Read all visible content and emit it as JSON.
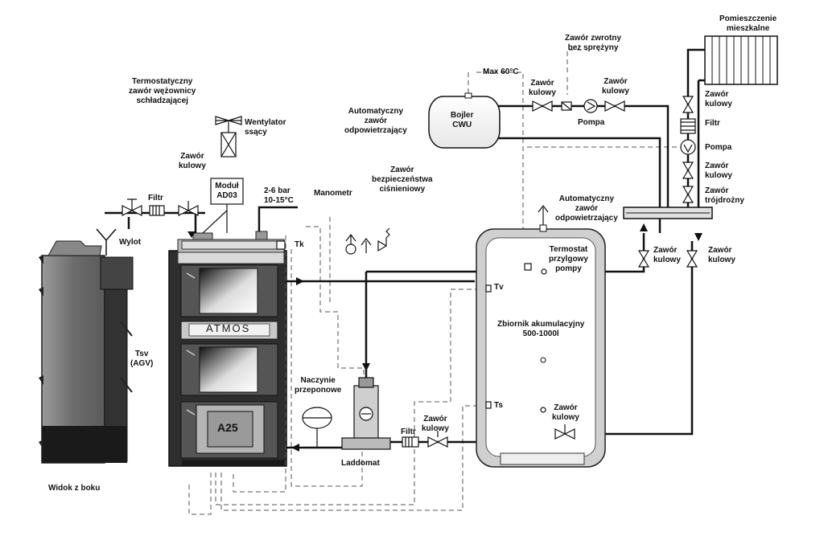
{
  "labels": {
    "termostatyczny_zawor": "Termostatyczny\nzawór wężownicy\nschładzającej",
    "wentylator": "Wentylator\nssący",
    "modul": "Moduł\nAD03",
    "cisnienie": "2-6 bar\n10-15°C",
    "tk": "Tk",
    "filtr_left": "Filtr",
    "zawor_kulowy_top": "Zawór\nkulowy",
    "wylot": "Wylot",
    "manometr": "Manometr",
    "auto_odpow_1": "Automatyczny\nzawór\nodpowietrzający",
    "zawor_bezp": "Zawór\nbezpieczeństwa\nciśnieniowy",
    "bojler": "Bojler\nCWU",
    "max60": "Max 60°C",
    "zawor_kulowy_boiler_left": "Zawór\nkulowy",
    "zawor_zwrotny": "Zawór zwrotny\nbez sprężyny",
    "pompa_cwu": "Pompa",
    "zawor_kulowy_boiler_right": "Zawór\nkulowy",
    "pomieszczenie": "Pomieszczenie\nmieszkalne",
    "zawor_kulowy_rad_top": "Zawór\nkulowy",
    "filtr_rad": "Filtr",
    "pompa_rad": "Pompa",
    "zawor_kulowy_rad_bottom": "Zawór\nkulowy",
    "zawor_trojdrozny": "Zawór\ntrójdrożny",
    "auto_odpow_2": "Automatyczny\nzawór\nodpowietrzający",
    "termostat_pompy": "Termostat\nprzylgowy\npompy",
    "zawor_kulowy_tank_1": "Zawór\nkulowy",
    "zawor_kulowy_tank_2": "Zawór\nkulowy",
    "tv": "Tv",
    "zbiornik": "Zbiornik akumulacyjny\n500-1000l",
    "ts": "Ts",
    "zawor_kulowy_bottom_tank": "Zawór\nkulowy",
    "tsv": "Tsv\n(AGV)",
    "naczynie": "Naczynie\nprzeponowe",
    "filtr_bottom": "Filtr",
    "zawor_kulowy_bottom": "Zawór\nkulowy",
    "laddomat": "Laddomat",
    "widok": "Widok z boku",
    "atmos": "ATMOS",
    "a25": "A25"
  }
}
